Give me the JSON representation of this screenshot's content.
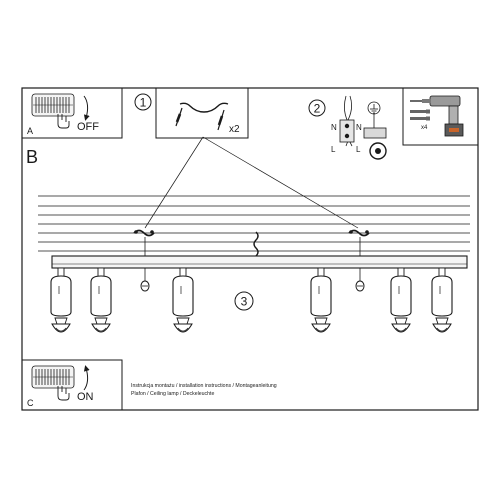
{
  "panel_a": {
    "letter": "A",
    "switch_label": "OFF"
  },
  "panel_b": {
    "letter": "B"
  },
  "panel_c": {
    "letter": "C",
    "switch_label": "ON"
  },
  "steps": {
    "step1": {
      "number": "1",
      "qty": "x2"
    },
    "step2": {
      "number": "2",
      "terminals_left": [
        "N",
        "L"
      ],
      "terminals_right": [
        "N",
        "L"
      ]
    },
    "step3": {
      "number": "3"
    }
  },
  "tools": {
    "dowel_qty": "x4"
  },
  "caption": {
    "line1": "Instrukcja montażu / installation instructions / Montageanleitung",
    "line2": "Plafon / Ceiling lamp / Deckeleuchte"
  },
  "icons": [
    "fuse-box-icon",
    "hand-icon",
    "switch-arrow-icon",
    "bracket-icon",
    "screw-icon",
    "drill-icon",
    "ground-symbol-icon",
    "terminal-block-icon",
    "spotlight-icon"
  ]
}
